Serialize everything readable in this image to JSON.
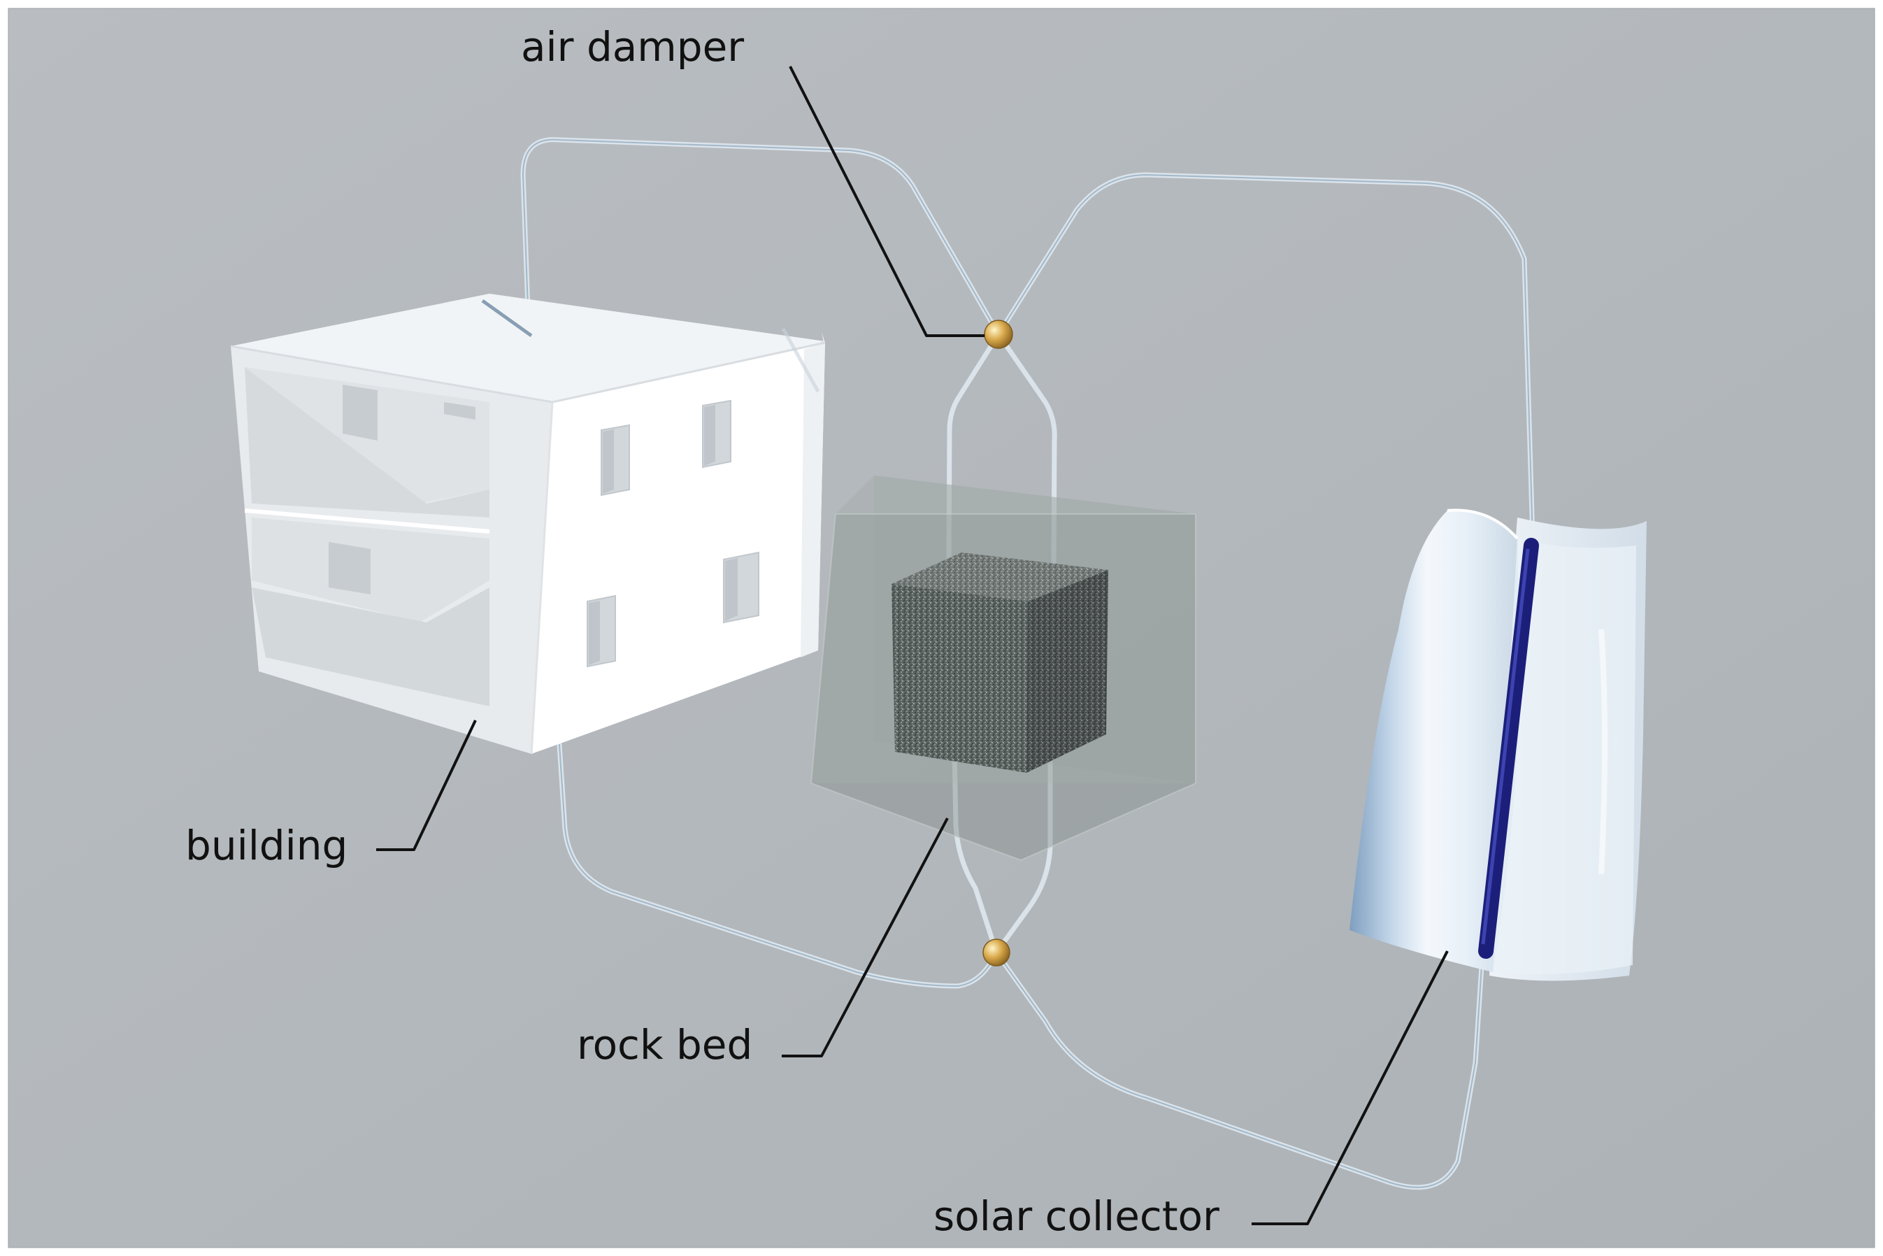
{
  "labels": {
    "air_damper": "air damper",
    "building": "building",
    "rock_bed": "rock bed",
    "solar_collector": "solar collector"
  },
  "colors": {
    "background": "#b4b9bd",
    "building": "#f6f7f8",
    "rock_bed": "#5b6361",
    "rock_bed_box": "#8f9a97",
    "collector_reflector": "#dbe7f2",
    "absorber_tube": "#1c1f7a",
    "damper": "#d5a447",
    "duct": "#e4edf3",
    "leader_line": "#111111"
  },
  "components": [
    "building",
    "rock-bed",
    "solar-collector",
    "air-damper",
    "air-damper",
    "ducts"
  ]
}
